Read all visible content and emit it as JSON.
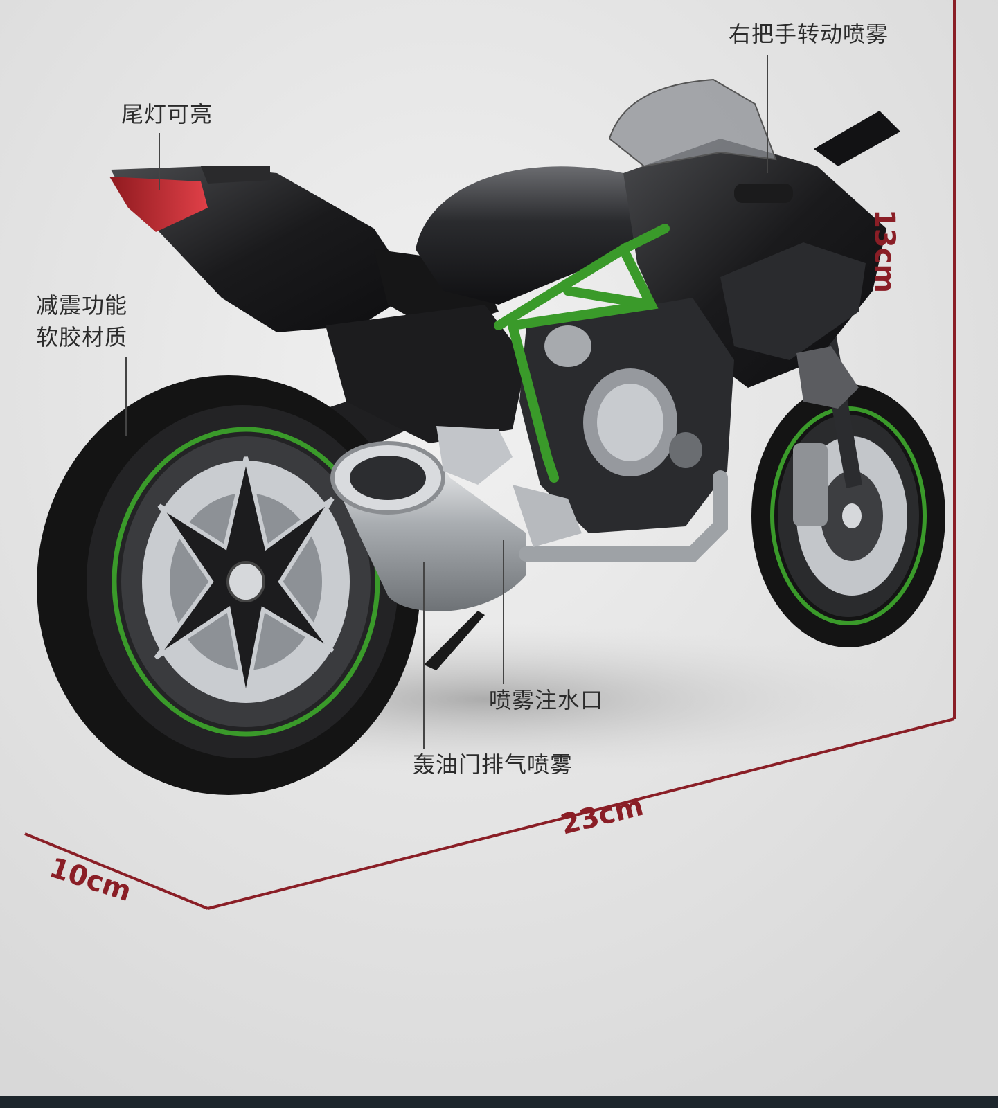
{
  "callouts": {
    "tail_light": "尾灯可亮",
    "shock_line1": "减震功能",
    "shock_line2": "软胶材质",
    "handlebar_spray": "右把手转动喷雾",
    "spray_inlet": "喷雾注水口",
    "throttle_spray": "轰油门排气喷雾"
  },
  "dimensions": {
    "height": "13cm",
    "length": "23cm",
    "width": "10cm"
  },
  "colors": {
    "background": "#e6e6e6",
    "dimension_line": "#8a1e26",
    "frame_accent": "#3a9a2a",
    "body": "#1c1c1e",
    "chrome": "#b9bcc0"
  }
}
